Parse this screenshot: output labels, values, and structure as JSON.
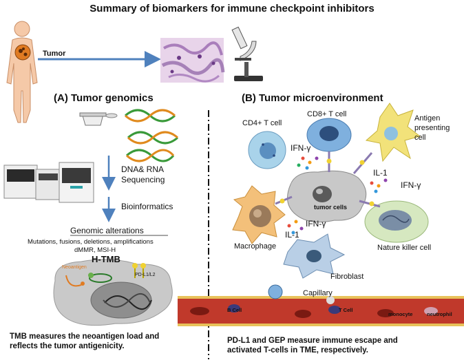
{
  "title": "Summary of biomarkers for immune checkpoint inhibitors",
  "top": {
    "tumor_label": "Tumor"
  },
  "panel_a": {
    "heading": "(A) Tumor genomics",
    "step_sequencing_line1": "DNA& RNA",
    "step_sequencing_line2": "Sequencing",
    "step_bioinformatics": "Bioinformatics",
    "genomic_alterations": "Genomic alterations",
    "alterations_line1": "Mutations, fusions, deletions, amplifications",
    "alterations_line2": "dMMR, MSI-H",
    "htmb": "H-TMB",
    "neoantigen": "Neoantigen",
    "pdl1": "PD-L1/L2",
    "caption_line1": "TMB measures the neoantigen load and",
    "caption_line2": "reflects the tumor antigenicity."
  },
  "panel_b": {
    "heading": "(B) Tumor microenvironment",
    "cd4": "CD4+ T cell",
    "cd8": "CD8+ T cell",
    "apc_line1": "Antigen",
    "apc_line2": "presenting",
    "apc_line3": "cell",
    "ifn_top": "IFN-γ",
    "il1_right": "IL-1",
    "ifn_right": "IFN-γ",
    "tumor_cells": "tumor cells",
    "il1_left": "IL-1",
    "ifn_left": "IFN-γ",
    "macrophage": "Macrophage",
    "nk": "Nature killer cell",
    "fibroblast": "Fibroblast",
    "capillary": "Capillary",
    "b_cell": "B Cell",
    "t_cell": "T Cell",
    "monocyte": "monocyte",
    "neutrophil": "neutrophil",
    "caption_line1": "PD-L1 and GEP measure immune escape and",
    "caption_line2": "activated T-cells in TME, respectively."
  },
  "colors": {
    "arrow": "#4f81bd",
    "tumor_cell": "#c8c8c8",
    "cd4_cell": "#a9d3ea",
    "cd8_cell": "#7fb0de",
    "apc": "#f2e27a",
    "macrophage": "#f3c07a",
    "nk": "#d6e8c0",
    "fibroblast": "#b9cfe6",
    "vessel": "#c0392b"
  }
}
